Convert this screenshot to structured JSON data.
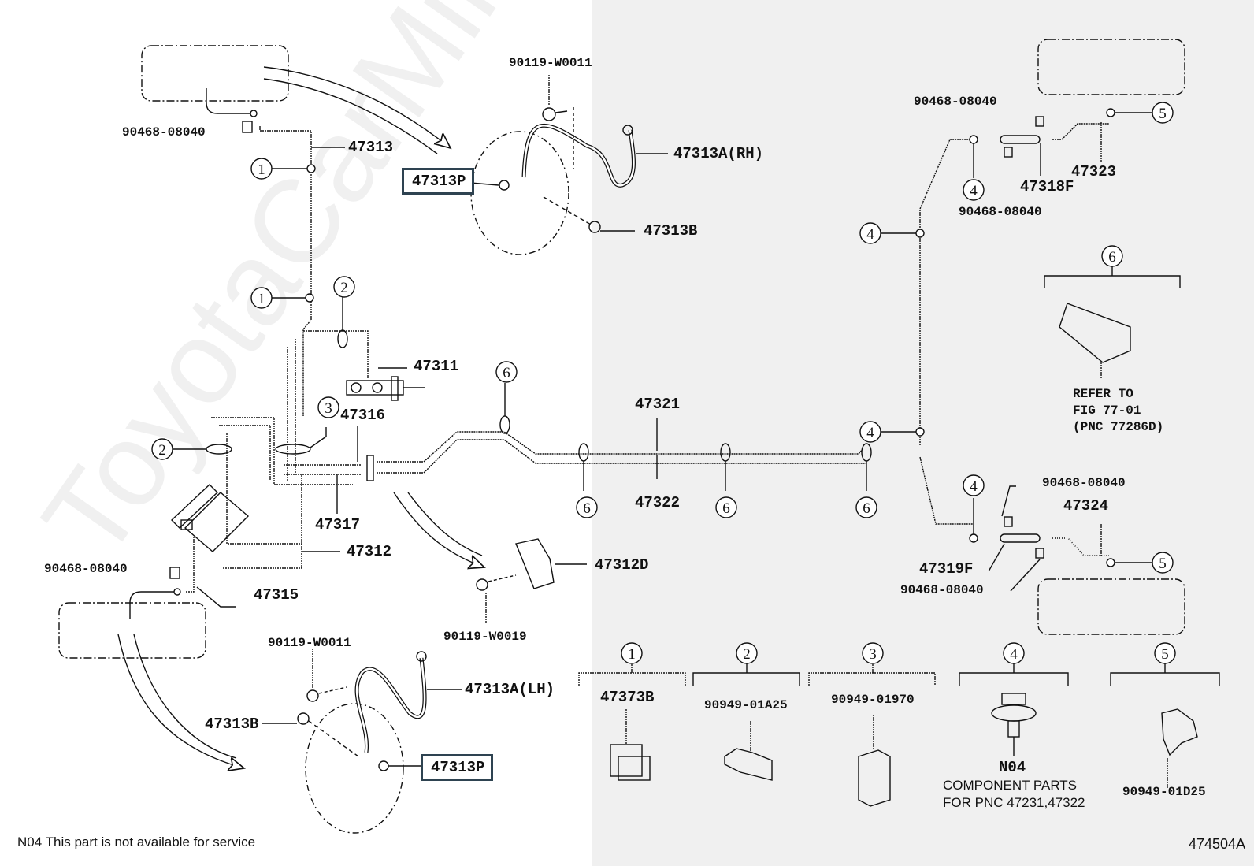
{
  "diagram": {
    "figure_id": "474504A",
    "footnote": "N04 This part is not available for service",
    "watermark": "ToyotaCarMine.ru",
    "highlight_color": "#2e4351",
    "labels": {
      "p90468_top_left": "90468-08040",
      "p47313": "47313",
      "p90119_top": "90119-W0011",
      "p47313A_RH": "47313A(RH)",
      "p47313P_top": "47313P",
      "p47313B_top": "47313B",
      "p47311": "47311",
      "p47316": "47316",
      "p47317": "47317",
      "p47312": "47312",
      "p90468_mid_left": "90468-08040",
      "p47315": "47315",
      "p47312D": "47312D",
      "p90119_W0019": "90119-W0019",
      "p47321": "47321",
      "p47322": "47322",
      "p90468_top_right_a": "90468-08040",
      "p90468_top_right_b": "90468-08040",
      "p47318F": "47318F",
      "p47323": "47323",
      "p90468_right_a": "90468-08040",
      "p47324": "47324",
      "p47319F": "47319F",
      "p90468_right_b": "90468-08040",
      "p90119_bottom": "90119-W0011",
      "p47313A_LH": "47313A(LH)",
      "p47313B_bottom": "47313B",
      "p47313P_bottom": "47313P"
    },
    "refer": {
      "line1": "REFER TO",
      "line2": "FIG 77-01",
      "line3": "(PNC 77286D)"
    },
    "legend": [
      {
        "num": "1",
        "part": "47373B"
      },
      {
        "num": "2",
        "part": "90949-01A25"
      },
      {
        "num": "3",
        "part": "90949-01970"
      },
      {
        "num": "4",
        "part": "N04",
        "note1": "COMPONENT PARTS",
        "note2": "FOR PNC 47231,47322"
      },
      {
        "num": "5",
        "part": "90949-01D25"
      }
    ],
    "callouts": {
      "c1": "1",
      "c2": "2",
      "c3": "3",
      "c4": "4",
      "c5": "5",
      "c6": "6"
    }
  }
}
